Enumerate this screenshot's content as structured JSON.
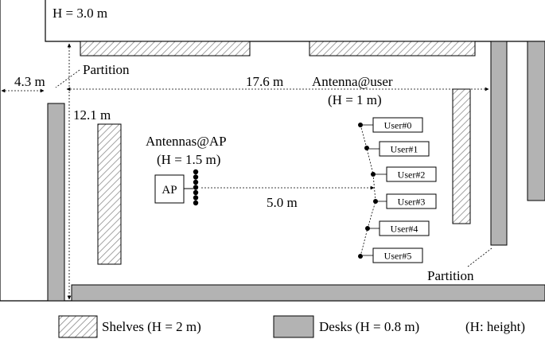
{
  "labels": {
    "ceiling_height": "H = 3.0 m",
    "partition_top": "Partition",
    "partition_bottom": "Partition",
    "dim_left_gap": "4.3 m",
    "dim_width": "17.6 m",
    "dim_depth": "12.1 m",
    "dim_ap_user": "5.0 m",
    "antenna_user_line1": "Antenna@user",
    "antenna_user_line2": "(H = 1 m)",
    "antennas_ap_line1": "Antennas@AP",
    "antennas_ap_line2": "(H = 1.5 m)",
    "ap_box": "AP"
  },
  "users": [
    "User#0",
    "User#1",
    "User#2",
    "User#3",
    "User#4",
    "User#5"
  ],
  "legend": {
    "shelves": "Shelves (H = 2 m)",
    "desks": "Desks (H = 0.8 m)",
    "note": "(H: height)"
  },
  "colors": {
    "desk_fill": "#b3b3b3",
    "hatch_stroke": "#8c8c8c",
    "outline": "#000000"
  }
}
